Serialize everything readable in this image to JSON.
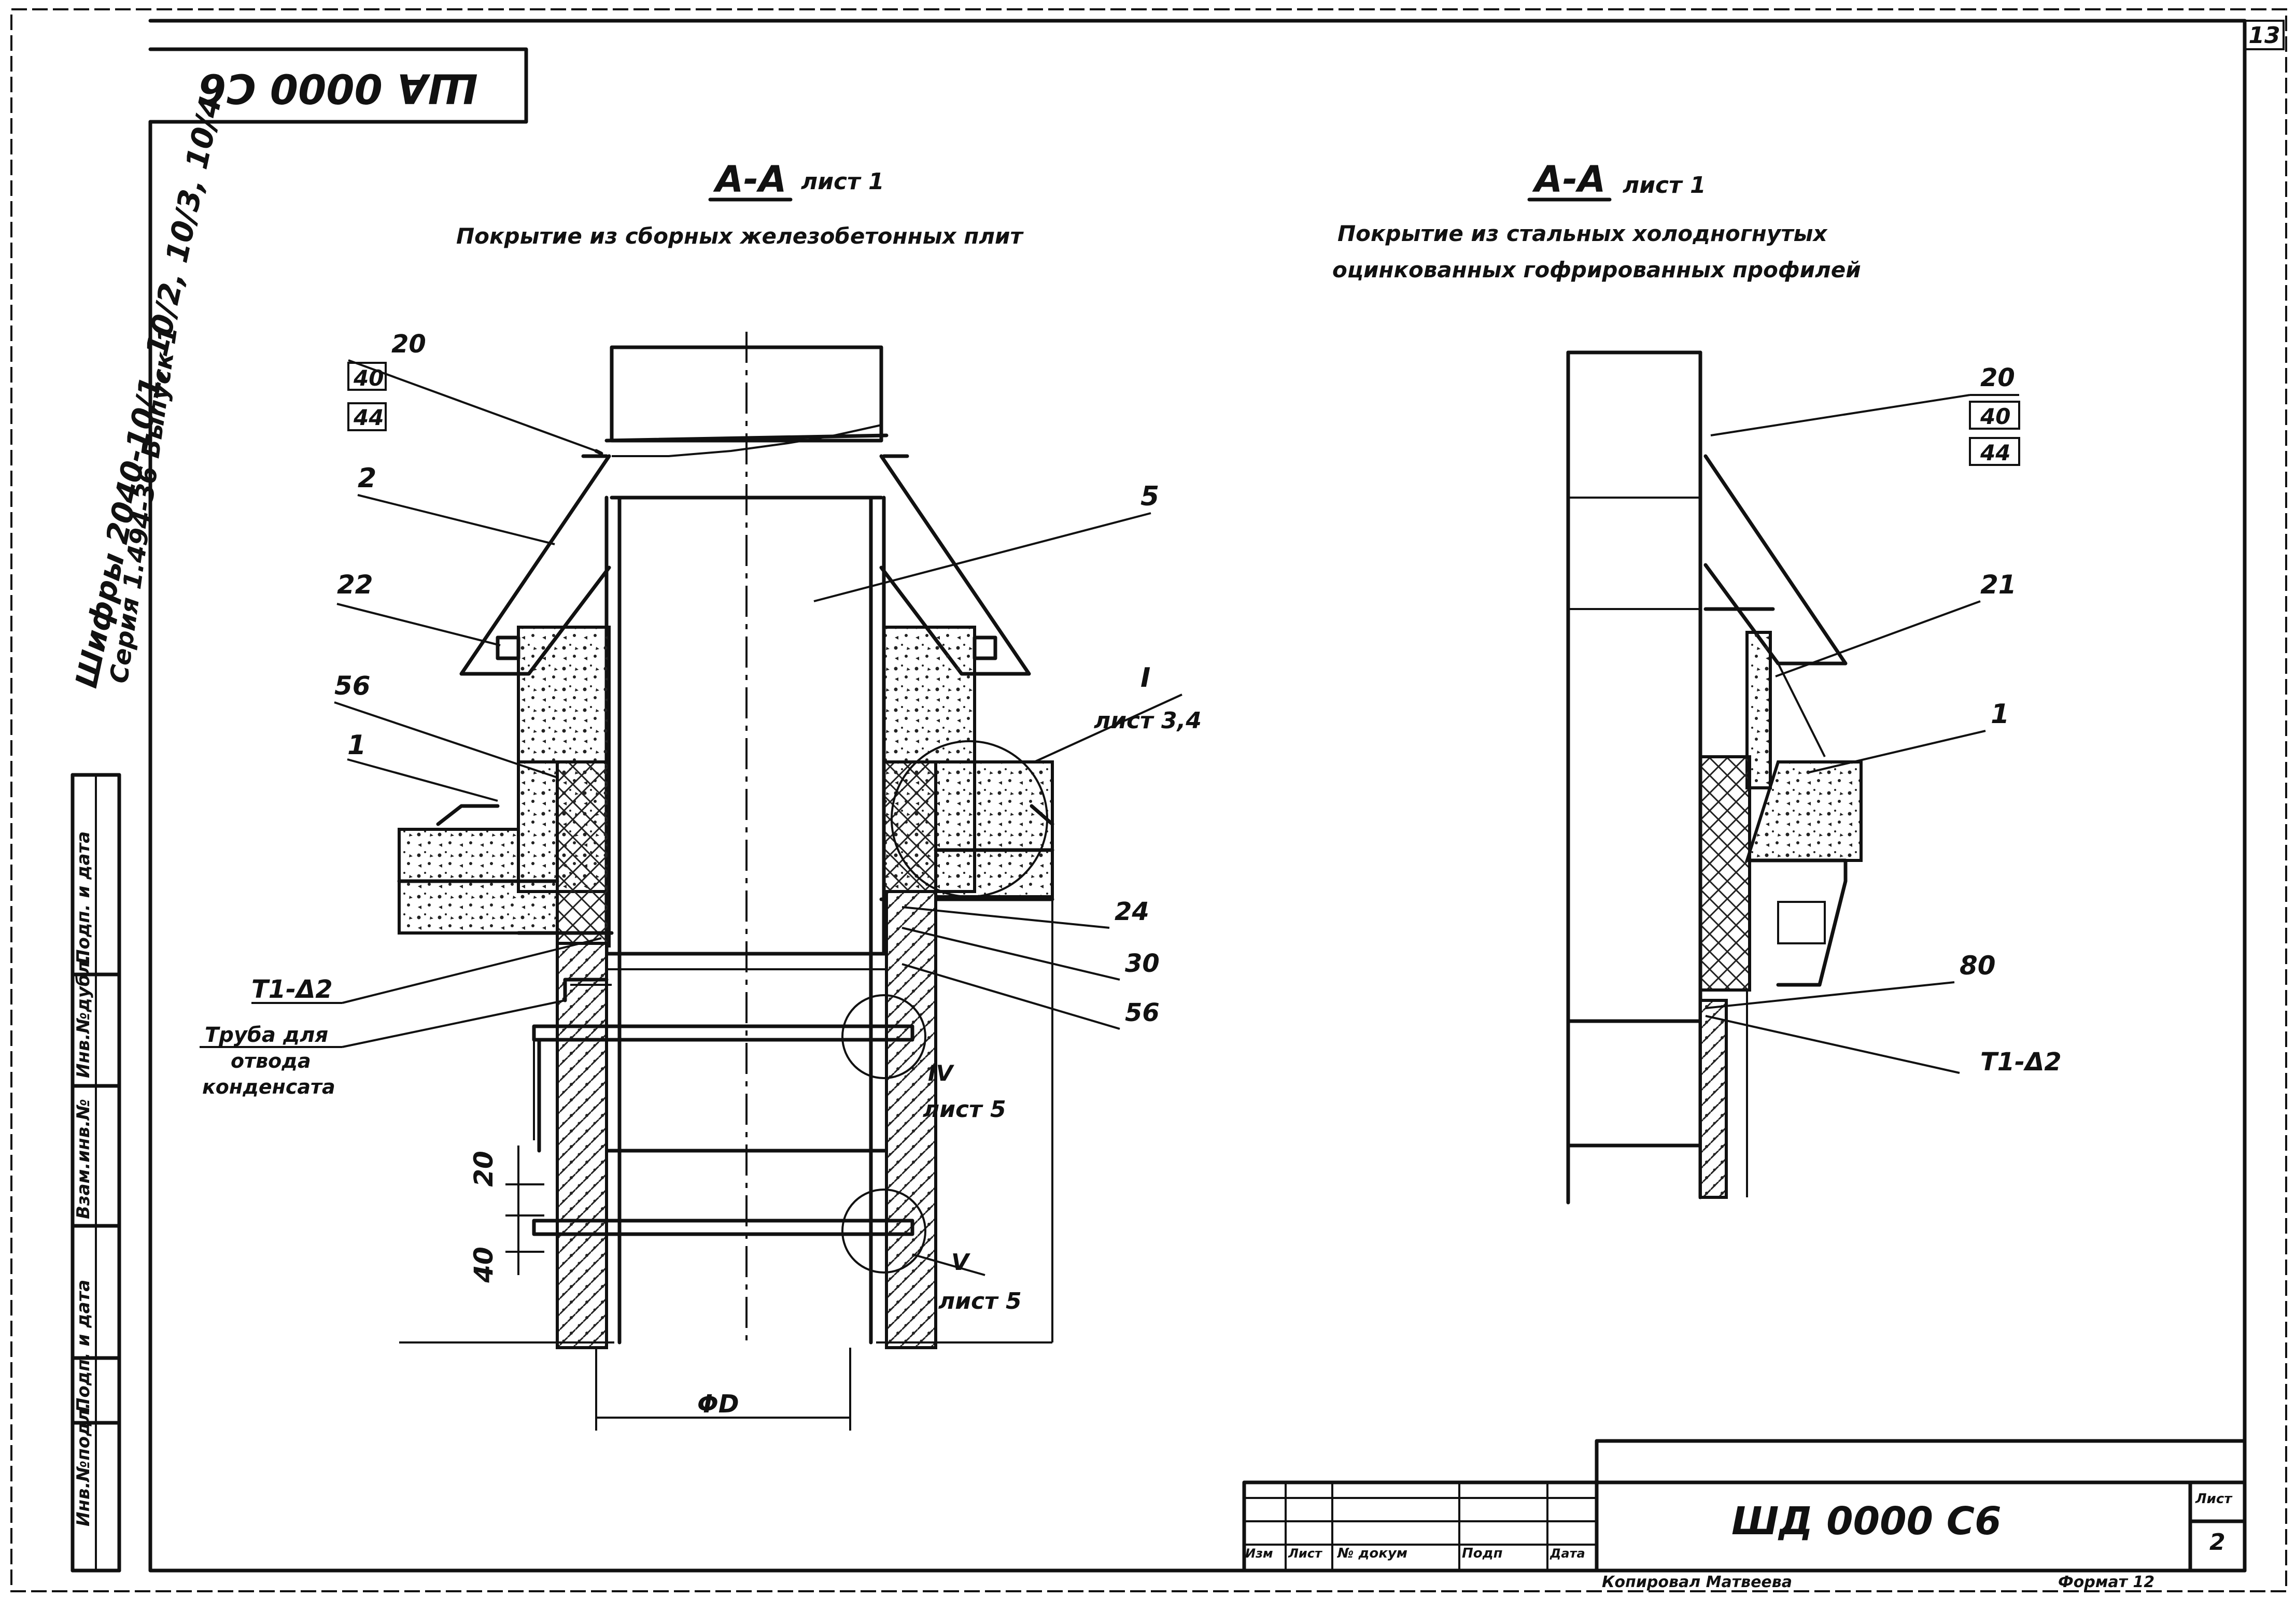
{
  "stamp_code_rotated": "ША 0000 С6",
  "sheet_corner_number": "13",
  "side_note": {
    "line1": "Шифры 2040-10/1, 10/2, 10/3, 10/4",
    "line2": "Серия 1.494-36 Выпуск 1"
  },
  "left_strip_labels": [
    "Инв.№подл.",
    "Подп. и дата",
    "Взам.инв.№",
    "Инв.№дубл.",
    "Подп. и дата"
  ],
  "left_view": {
    "section": "А-А",
    "sheet_ref": "лист 1",
    "subtitle": "Покрытие из сборных железобетонных плит",
    "labels": {
      "l20": "20",
      "l40": "40",
      "l44": "44",
      "l2": "2",
      "l22": "22",
      "l56": "56",
      "l1": "1",
      "l5": "5",
      "lI": "I",
      "lI_sheet": "лист 3,4",
      "l24": "24",
      "l30": "30",
      "l56b": "56",
      "lT1": "Т1-Δ2",
      "pipe1": "Труба для",
      "pipe2": "отвода",
      "pipe3": "конденсата",
      "lIV": "IV",
      "lIV_sheet": "лист 5",
      "lV": "V",
      "lV_sheet": "лист 5",
      "dim20": "20",
      "dim40": "40",
      "diam": "ΦD"
    }
  },
  "right_view": {
    "section": "А-А",
    "sheet_ref": "лист 1",
    "subtitle1": "Покрытие из стальных холодногнутых",
    "subtitle2": "оцинкованных гофрированных профилей",
    "labels": {
      "r20": "20",
      "r40": "40",
      "r44": "44",
      "r21": "21",
      "r1": "1",
      "r80": "80",
      "rT1": "Т1-Δ2"
    }
  },
  "title_block": {
    "doc_code": "ШД 0000 С6",
    "col_headers": [
      "Изм",
      "Лист",
      "№ докум",
      "Подп",
      "Дата"
    ],
    "sheet_label": "Лист",
    "sheet_number": "2",
    "copied_by": "Копировал Матвеева",
    "format": "Формат 12"
  }
}
